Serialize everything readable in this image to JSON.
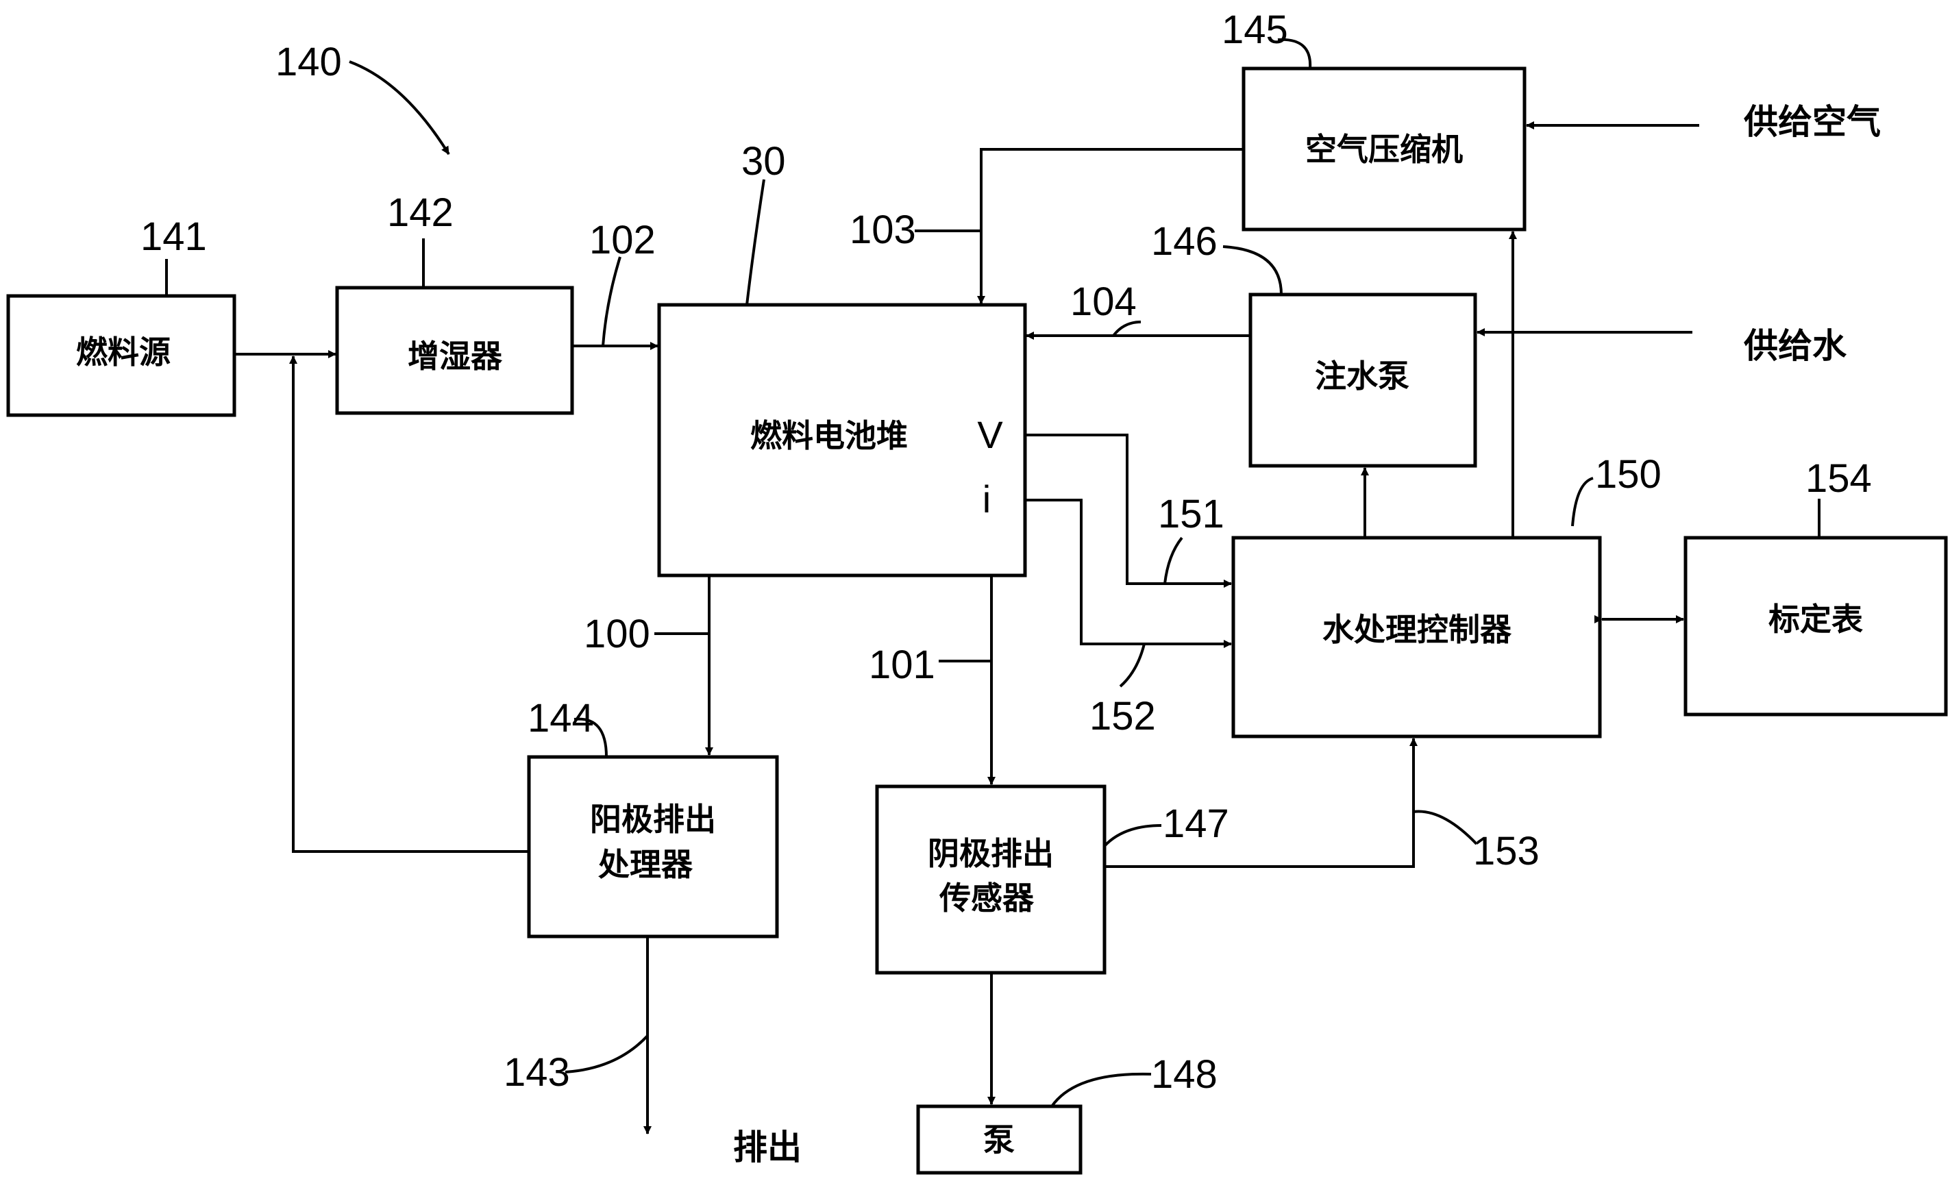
{
  "colors": {
    "ink": "#000000",
    "background": "#ffffff"
  },
  "figure_ref": "140",
  "blocks": {
    "fuel_source": {
      "label": "燃料源",
      "ref": "141"
    },
    "humidifier": {
      "label": "增湿器",
      "ref": "142"
    },
    "fuel_cell_stack": {
      "label": "燃料电池堆",
      "ref": "30",
      "voltage": "V",
      "current": "i"
    },
    "air_compressor": {
      "label": "空气压缩机",
      "ref": "145"
    },
    "water_pump": {
      "label": "注水泵",
      "ref": "146"
    },
    "water_controller": {
      "label": "水处理控制器",
      "ref": "150"
    },
    "calibration_table": {
      "label": "标定表",
      "ref": "154"
    },
    "anode_processor": {
      "label_line1": "阳极排出",
      "label_line2": "处理器",
      "ref": "144"
    },
    "cathode_sensor": {
      "label_line1": "阴极排出",
      "label_line2": "传感器",
      "ref": "147"
    },
    "pump": {
      "label": "泵",
      "ref": "148"
    }
  },
  "labels": {
    "air_supply": "供给空气",
    "water_supply": "供给水",
    "exhaust": "排出"
  },
  "refs": {
    "r100": "100",
    "r101": "101",
    "r102": "102",
    "r103": "103",
    "r104": "104",
    "r143": "143",
    "r151": "151",
    "r152": "152",
    "r153": "153"
  }
}
